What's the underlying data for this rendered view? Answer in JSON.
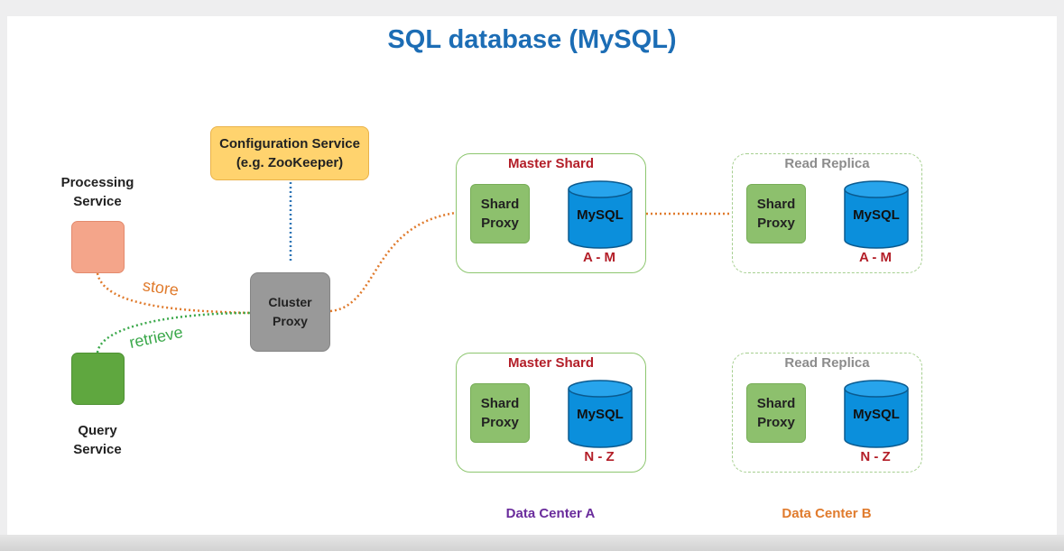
{
  "title": "SQL database (MySQL)",
  "configuration_service": {
    "line1": "Configuration Service",
    "line2": "(e.g. ZooKeeper)"
  },
  "processing_service": {
    "line1": "Processing",
    "line2": "Service"
  },
  "query_service": {
    "line1": "Query",
    "line2": "Service"
  },
  "cluster_proxy": {
    "line1": "Cluster",
    "line2": "Proxy"
  },
  "connections": {
    "store": "store",
    "retrieve": "retrieve"
  },
  "shards": [
    {
      "title": "Master Shard",
      "proxy_line1": "Shard",
      "proxy_line2": "Proxy",
      "db": "MySQL",
      "range": "A - M"
    },
    {
      "title": "Read Replica",
      "proxy_line1": "Shard",
      "proxy_line2": "Proxy",
      "db": "MySQL",
      "range": "A - M"
    },
    {
      "title": "Master Shard",
      "proxy_line1": "Shard",
      "proxy_line2": "Proxy",
      "db": "MySQL",
      "range": "N - Z"
    },
    {
      "title": "Read Replica",
      "proxy_line1": "Shard",
      "proxy_line2": "Proxy",
      "db": "MySQL",
      "range": "N - Z"
    }
  ],
  "data_centers": {
    "a": "Data Center A",
    "b": "Data Center B"
  },
  "colors": {
    "title": "#1c6db5",
    "store_line": "#e07b2d",
    "retrieve_line": "#3aa84a",
    "config_line": "#2e75b6",
    "data_center_a": "#6a2c9c",
    "data_center_b": "#e07b2d",
    "mysql_fill": "#0b8fdc"
  }
}
